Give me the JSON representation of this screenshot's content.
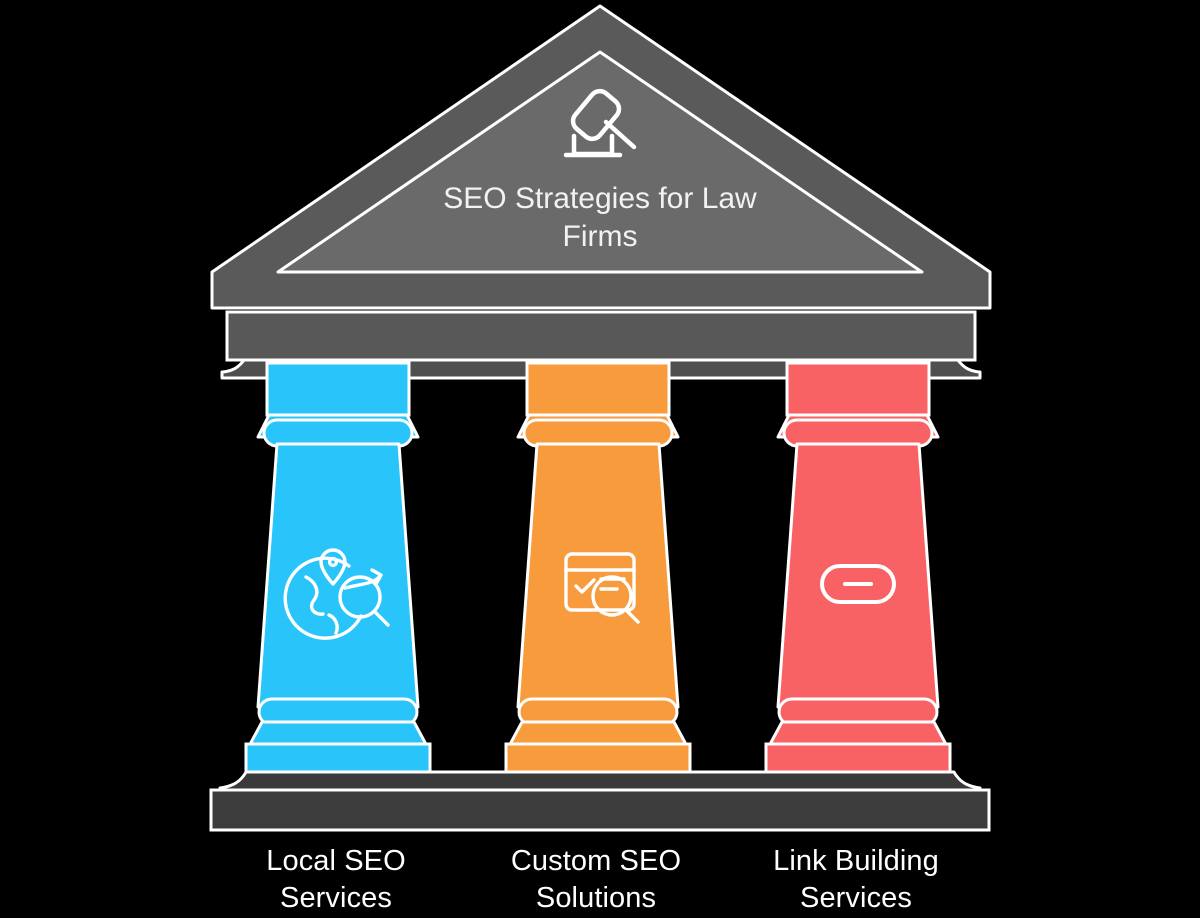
{
  "graphic": {
    "type": "greek-temple-infographic",
    "background_color": "#000000",
    "title": "SEO Strategies for Law\nFirms",
    "title_color": "#f2f2f2",
    "header_icon": "gavel-icon",
    "pediment": {
      "outer_fill": "#5a5a5a",
      "inner_fill": "#6a6a6a",
      "outline_color": "#ffffff"
    },
    "entablature": {
      "frieze_fill": "#585858",
      "cornice_fill": "#4f4f4f",
      "outline_color": "#ffffff"
    },
    "platform": {
      "plinth_fill": "#3a3a3a",
      "slab_fill": "#3c3c3c",
      "outline_color": "#ffffff"
    }
  },
  "columns": [
    {
      "id": "local-seo",
      "label": "Local SEO\nServices",
      "color": "#29c5fa",
      "outline_color": "#ffffff",
      "icon": "globe-pin-search-icon"
    },
    {
      "id": "custom-seo",
      "label": "Custom SEO\nSolutions",
      "color": "#f79b3c",
      "outline_color": "#ffffff",
      "icon": "browser-check-search-icon"
    },
    {
      "id": "link-building",
      "label": "Link Building\nServices",
      "color": "#f96265",
      "outline_color": "#ffffff",
      "icon": "chain-link-icon"
    }
  ]
}
